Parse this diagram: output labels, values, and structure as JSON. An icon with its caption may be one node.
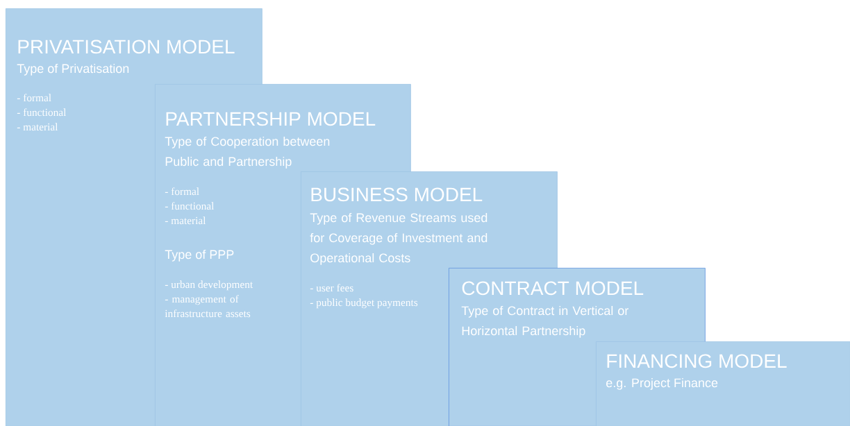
{
  "diagram": {
    "nodes": [
      {
        "text": [
          "PRIVATISATION MODEL",
          "Type of Privatisation",
          "- formal",
          "- functional",
          "- material"
        ]
      },
      {
        "text": [
          "PARTNERSHIP MODEL",
          "Type of Cooperation between Public and Partnership",
          "- formal",
          "- functional",
          "- material",
          "Type of PPP",
          "- urban development",
          "- management of infrastructure assets"
        ]
      },
      {
        "text": [
          "BUSINESS MODEL",
          "Type of Revenue Streams used for Coverage of Investment and Operational Costs",
          "- user fees",
          "- public budget payments"
        ]
      },
      {
        "text": [
          "CONTRACT MODEL",
          "Type of Contract in Vertical or Horizontal Partnership"
        ]
      },
      {
        "text": [
          "FINANCING MODEL",
          "e.g. Project Finance"
        ]
      }
    ]
  }
}
